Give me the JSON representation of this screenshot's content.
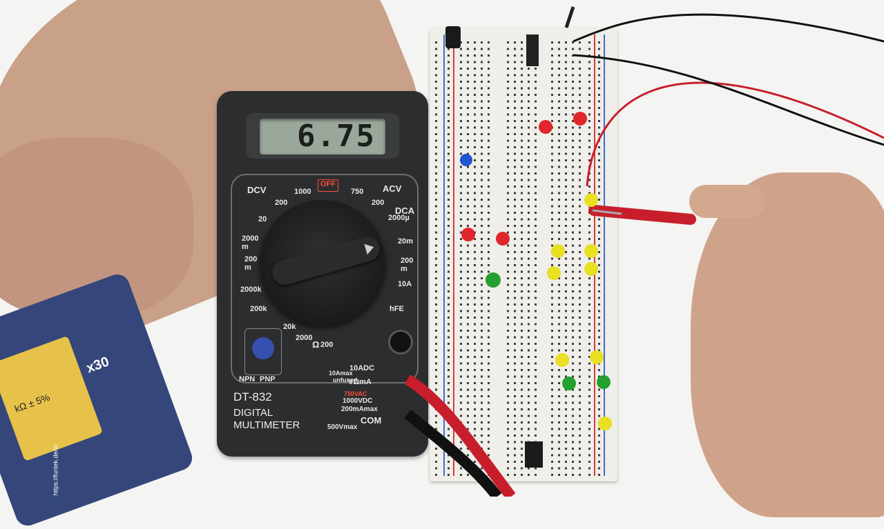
{
  "multimeter": {
    "display_reading": "6.75",
    "model": "DT-832",
    "title_line1": "DIGITAL",
    "title_line2": "MULTIMETER",
    "dial_labels": {
      "dcv": "DCV",
      "acv": "ACV",
      "dca": "DCA",
      "off": "OFF",
      "v1000": "1000",
      "v750": "750",
      "v200_dcv": "200",
      "v20_dcv": "20",
      "v2000m": "2000\nm",
      "v200m": "200\nm",
      "v200_acv": "200",
      "a2000u": "2000µ",
      "a20m": "20m",
      "a200m": "200\nm",
      "a10": "10A",
      "hfe": "hFE",
      "r2000k": "2000k",
      "r200k": "200k",
      "r20k": "20k",
      "r2000": "2000",
      "r200": "200",
      "ohm": "Ω",
      "npn": "NPN",
      "pnp": "PNP"
    },
    "jack_labels": {
      "tenadc": "10ADC",
      "tenamax": "10Amax",
      "unfused": "unfused",
      "vohm": "VΩmA",
      "v750": "750VAC",
      "v1000": "1000VDC",
      "ma200": "200mAmax",
      "com": "COM",
      "v500": "500Vmax"
    }
  },
  "resistor_box": {
    "tolerance": "kΩ ± 5%",
    "count": "x30",
    "url": "https://funtek.de/vr"
  },
  "colors": {
    "meter_body": "#2b2d2f",
    "lcd": "#9aa79a",
    "breadboard": "#efeee9",
    "led_red": "#e0262a",
    "led_yellow": "#e8e020",
    "led_green": "#23a02d",
    "led_blue": "#2055d0",
    "probe_red": "#c81e2c",
    "wire_black": "#111111"
  }
}
